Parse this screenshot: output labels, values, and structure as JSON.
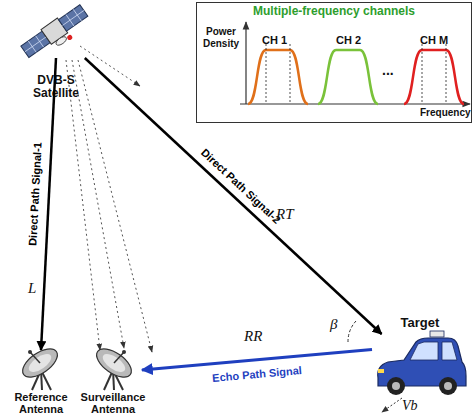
{
  "diagram": {
    "nodes": [
      {
        "text": [
          "DVB-S Satellite"
        ]
      },
      {
        "text": [
          "Multiple-frequency channels"
        ]
      },
      {
        "text": [
          "Target"
        ]
      },
      {
        "text": [
          "Reference Antenna"
        ]
      },
      {
        "text": [
          "Surveillance Antenna"
        ]
      }
    ],
    "edges": [
      {
        "from": 0,
        "to": 3,
        "arrow": "to",
        "label": "Direct Path Signal-1"
      },
      {
        "from": 0,
        "to": 2,
        "arrow": "to",
        "label": "Direct Path Signal-2"
      },
      {
        "from": 2,
        "to": 4,
        "arrow": "to",
        "label": "Echo Path Signal"
      }
    ],
    "labels": [
      "Power Density",
      "CH 1",
      "CH 2",
      "...",
      "CH M",
      "Frequency",
      "L",
      "RT",
      "β",
      "RR",
      "Vb"
    ]
  }
}
